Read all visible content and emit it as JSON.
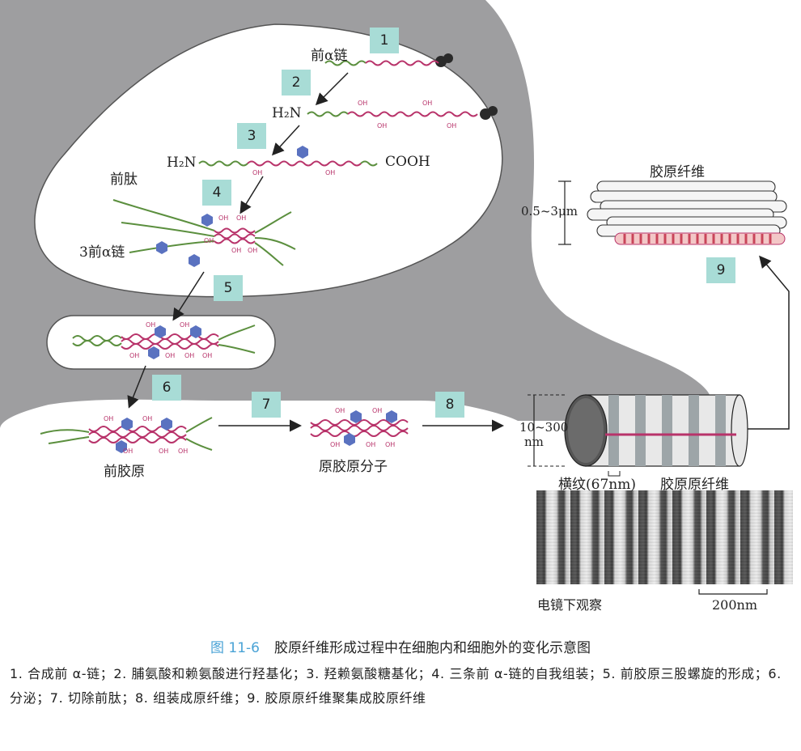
{
  "steps": [
    "1",
    "2",
    "3",
    "4",
    "5",
    "6",
    "7",
    "8",
    "9"
  ],
  "labels": {
    "pro_alpha_chain": "前α链",
    "h2n_1": "H₂N",
    "h2n_2": "H₂N",
    "cooh": "COOH",
    "propeptide": "前肽",
    "three_pro_alpha": "3前α链",
    "procollagen": "前胶原",
    "tropocollagen": "原胶原分子",
    "fiber_title": "胶原纤维",
    "fiber_diameter": "0.5~3μm",
    "fibril_diameter_top": "10~300",
    "fibril_diameter_bottom": "nm",
    "banding": "横纹(67nm)",
    "fibril": "胶原原纤维",
    "em_view": "电镜下观察",
    "scale_bar": "200nm",
    "oh": "OH"
  },
  "caption": {
    "figure_number": "图 11-6",
    "title": "胶原纤维形成过程中在细胞内和细胞外的变化示意图",
    "body": "1. 合成前 α-链；2. 脯氨酸和赖氨酸进行羟基化；3. 羟赖氨酸糖基化；4. 三条前 α-链的自我组装；5. 前胶原三股螺旋的形成；6. 分泌；7. 切除前肽；8. 组装成原纤维；9. 胶原原纤维聚集成胶原纤维"
  },
  "colors": {
    "cell": "#9e9ea0",
    "chain_green": "#5b8f3e",
    "chain_magenta": "#b8336a",
    "sugar": "#5a72c0",
    "step_box": "#a8dcd6",
    "caption_blue": "#4aa3d6",
    "ribosome": "#2a2a2a"
  }
}
